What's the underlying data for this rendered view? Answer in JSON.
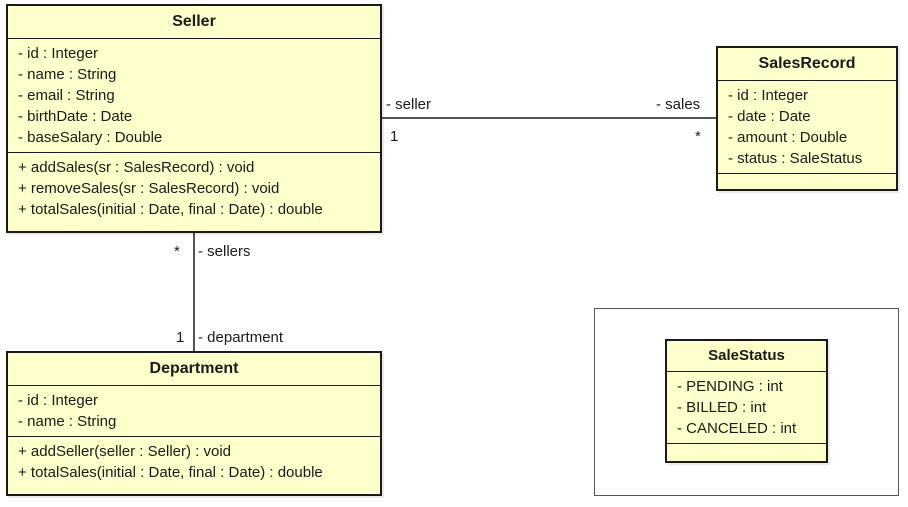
{
  "classes": {
    "seller": {
      "name": "Seller",
      "attributes": [
        "- id : Integer",
        "- name : String",
        "- email : String",
        "- birthDate : Date",
        "- baseSalary : Double"
      ],
      "operations": [
        "+ addSales(sr : SalesRecord) : void",
        "+ removeSales(sr : SalesRecord) : void",
        "+ totalSales(initial : Date, final : Date) : double"
      ]
    },
    "salesRecord": {
      "name": "SalesRecord",
      "attributes": [
        "- id : Integer",
        "- date : Date",
        "- amount : Double",
        "- status : SaleStatus"
      ],
      "operations": []
    },
    "department": {
      "name": "Department",
      "attributes": [
        "- id : Integer",
        "- name : String"
      ],
      "operations": [
        "+ addSeller(seller : Seller) : void",
        "+ totalSales(initial : Date, final : Date) : double"
      ]
    },
    "saleStatus": {
      "name": "SaleStatus",
      "attributes": [
        "- PENDING : int",
        "- BILLED : int",
        "- CANCELED : int"
      ],
      "operations": []
    }
  },
  "associations": {
    "seller_sales": {
      "source_role": "- seller",
      "source_multiplicity": "1",
      "target_role": "- sales",
      "target_multiplicity": "*"
    },
    "seller_department": {
      "upper_role": "- sellers",
      "upper_multiplicity": "*",
      "lower_role": "- department",
      "lower_multiplicity": "1"
    }
  },
  "colors": {
    "class_fill": "#ffffcc",
    "border": "#1a1a1a"
  }
}
